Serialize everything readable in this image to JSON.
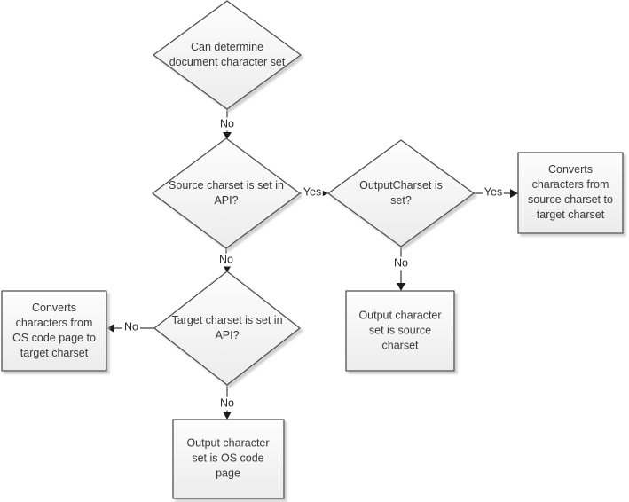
{
  "diagram": {
    "type": "flowchart",
    "nodes": {
      "can_determine": {
        "shape": "decision",
        "label": "Can determine document character set"
      },
      "source_charset": {
        "shape": "decision",
        "label": "Source charset is set in API?"
      },
      "output_charset_set": {
        "shape": "decision",
        "label": "OutputCharset is set?"
      },
      "converts_source_to_target": {
        "shape": "process",
        "label": "Converts characters from source charset to target charset"
      },
      "output_is_source": {
        "shape": "process",
        "label": "Output character set is source charset"
      },
      "target_charset": {
        "shape": "decision",
        "label": "Target charset is set in API?"
      },
      "converts_os_to_target": {
        "shape": "process",
        "label": "Converts characters from OS code page to target charset"
      },
      "output_is_os_code_page": {
        "shape": "process",
        "label": "Output character set is OS code page"
      }
    },
    "edge_labels": {
      "can_determine_no": "No",
      "source_charset_yes": "Yes",
      "source_charset_no": "No",
      "output_charset_yes": "Yes",
      "output_charset_no": "No",
      "target_charset_no_left": "No",
      "target_charset_no_down": "No"
    },
    "colors": {
      "background": "#ffffff",
      "shape_fill_top": "#fdfdfd",
      "shape_fill_bottom": "#ececec",
      "shape_border": "#4f4f4f",
      "shadow": "#c8c8c8",
      "connector": "#3f3f3f",
      "arrowhead": "#1c1c1c",
      "text": "#383838"
    }
  }
}
